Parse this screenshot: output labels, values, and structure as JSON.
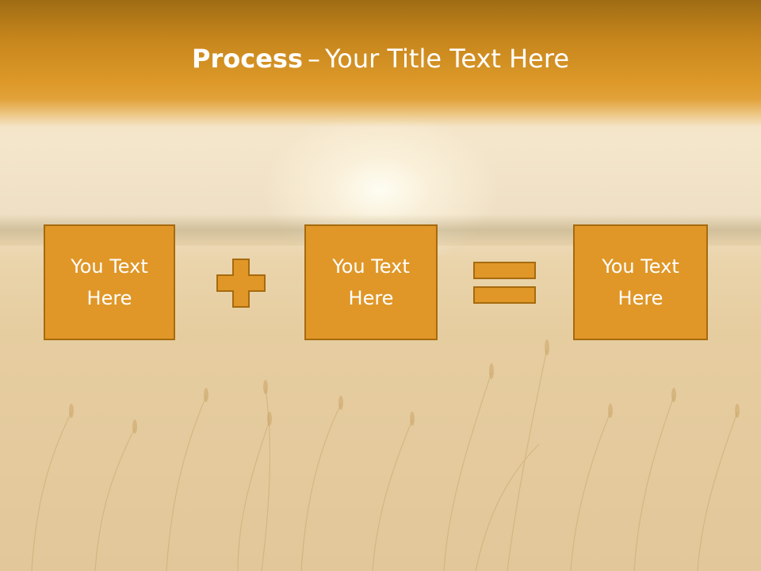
{
  "slide": {
    "title_bold": "Process",
    "title_dash": "–",
    "title_rest": "Your Title Text Here",
    "boxes": [
      {
        "label": "You Text Here"
      },
      {
        "label": "You Text Here"
      },
      {
        "label": "You Text Here"
      }
    ],
    "operators": [
      "plus-icon",
      "equals-icon"
    ],
    "colors": {
      "title_bar": "#d48f22",
      "box_fill": "#e09728",
      "box_border": "#a66a0e",
      "text": "#ffffff"
    }
  }
}
